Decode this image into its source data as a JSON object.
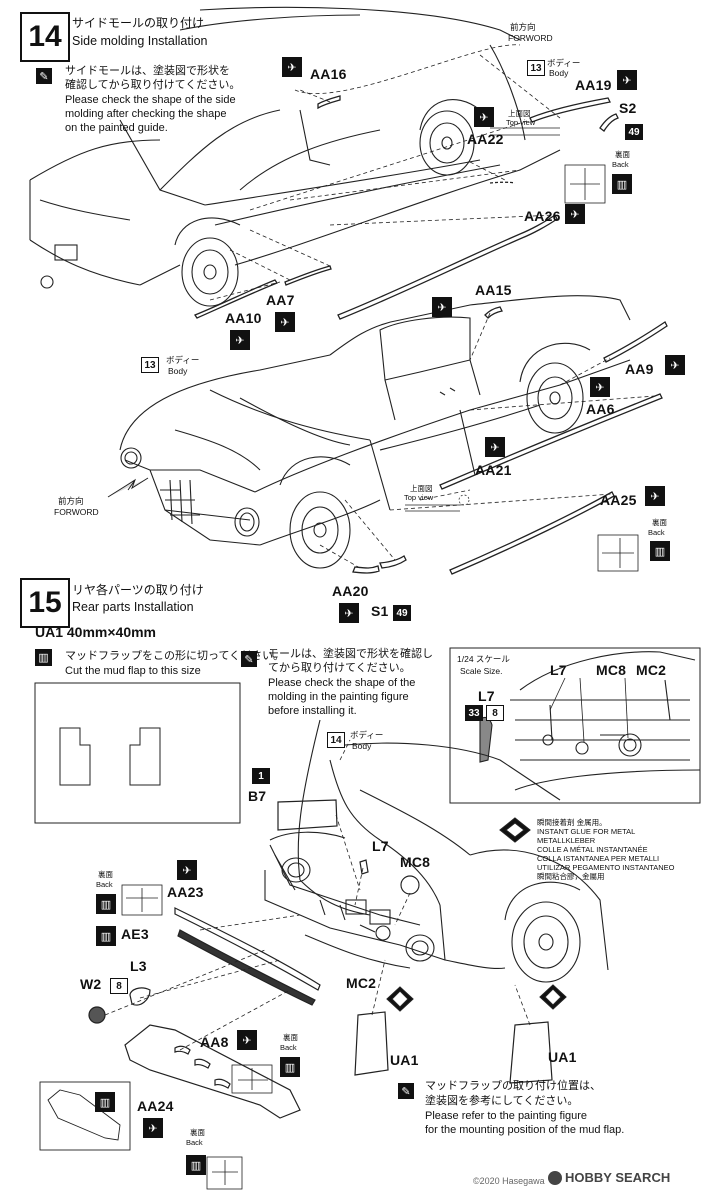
{
  "step14": {
    "number": "14",
    "title_jp": "サイドモールの取り付け",
    "title_en": "Side molding  Installation",
    "note_jp_1": "サイドモールは、塗装図で形状を",
    "note_jp_2": "確認してから取り付けてください。",
    "note_en_1": "Please check the shape of the side",
    "note_en_2": "molding after checking the shape",
    "note_en_3": "on the painted guide.",
    "forward_jp": "前方向",
    "forward_en": "FORWORD",
    "body_jp": "ボディー",
    "body_en": "Body",
    "body_num": "13",
    "topview_jp": "上面図",
    "topview_en": "Top view",
    "back_jp": "裏面",
    "back_en": "Back",
    "parts": [
      "AA16",
      "AA19",
      "S2",
      "AA22",
      "AA26",
      "AA10",
      "AA7",
      "AA15",
      "AA9",
      "AA6",
      "AA21",
      "AA25",
      "AA20",
      "S1"
    ],
    "s2_num": "49",
    "s1_num": "49"
  },
  "step15": {
    "number": "15",
    "title_jp": "リヤ各パーツの取り付け",
    "title_en": "Rear parts Installation",
    "ua1_size": "UA1  40mm×40mm",
    "cut_jp": "マッドフラップをこの形に切ってください。",
    "cut_en": "Cut the mud flap to this size",
    "molding_jp_1": "モールは、塗装図で形状を確認し",
    "molding_jp_2": "てから取り付けてください。",
    "molding_en_1": "Please check the shape of the",
    "molding_en_2": "molding in the painting figure",
    "molding_en_3": "before installing it.",
    "scale_jp": "1/24 スケール",
    "scale_en": "Scale Size.",
    "scale_parts": [
      "L7",
      "MC8",
      "MC2"
    ],
    "l7_nums": [
      "33",
      "8"
    ],
    "body_num": "14",
    "body_jp": "ボディー",
    "body_en": "Body",
    "b7_num": "1",
    "glue_lines": [
      "瞬間接着剤  金属用。",
      "INSTANT GLUE FOR METAL",
      "METALLKLEBER",
      "COLLE A MÉTAL INSTANTANÉE",
      "COLLA ISTANTANEA PER METALLI",
      "UTILIZAR PEGAMENTO INSTANTANEO",
      "瞬間粘合膠，金屬用"
    ],
    "parts": [
      "B7",
      "L7",
      "MC8",
      "AA23",
      "AE3",
      "W2",
      "L3",
      "MC2",
      "AA8",
      "AA24",
      "UA1",
      "UA1"
    ],
    "l3_num": "8",
    "back_jp": "裏面",
    "back_en": "Back",
    "mount_jp_1": "マッドフラップの取り付け位置は、",
    "mount_jp_2": "塗装図を参考にしてください。",
    "mount_en_1": "Please refer to the painting figure",
    "mount_en_2": "for the mounting position of the mud flap."
  },
  "footer": {
    "copyright": "©2020 Hasegawa",
    "brand": "HOBBY SEARCH"
  }
}
